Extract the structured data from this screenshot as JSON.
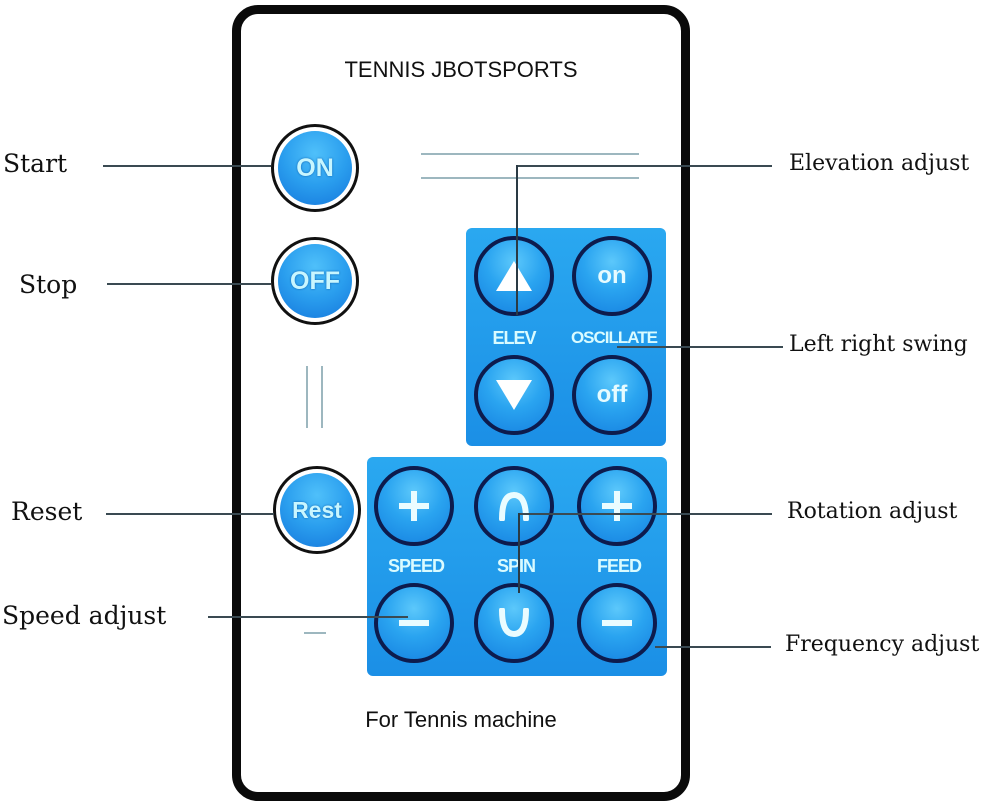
{
  "remote": {
    "title": "TENNIS JBOTSPORTS",
    "footer": "For Tennis machine",
    "colors": {
      "panel": "#1b8fe6",
      "button": "#2aa4f0",
      "outline": "#0d1b4d",
      "label": "#d9fbff"
    }
  },
  "left_buttons": {
    "on": {
      "label": "ON"
    },
    "off": {
      "label": "OFF"
    },
    "reset": {
      "label": "Rest"
    }
  },
  "elev_panel": {
    "elev_label": "ELEV",
    "oscillate_label": "OSCILLATE",
    "elev_up": {
      "icon": "triangle-up-icon"
    },
    "elev_down": {
      "icon": "triangle-down-icon"
    },
    "osc_on": {
      "label": "on"
    },
    "osc_off": {
      "label": "off"
    }
  },
  "control_panel": {
    "speed_label": "SPEED",
    "spin_label": "SPIN",
    "feed_label": "FEED",
    "speed_plus": {
      "icon": "plus-icon"
    },
    "speed_minus": {
      "icon": "minus-icon"
    },
    "spin_up": {
      "icon": "arc-up-icon"
    },
    "spin_down": {
      "icon": "arc-down-icon"
    },
    "feed_plus": {
      "icon": "plus-icon"
    },
    "feed_minus": {
      "icon": "minus-icon"
    }
  },
  "callouts": {
    "start": "Start",
    "stop": "Stop",
    "reset": "Reset",
    "speed": "Speed adjust",
    "elevation": "Elevation adjust",
    "swing": "Left right swing",
    "rotation": "Rotation adjust",
    "frequency": "Frequency adjust"
  }
}
